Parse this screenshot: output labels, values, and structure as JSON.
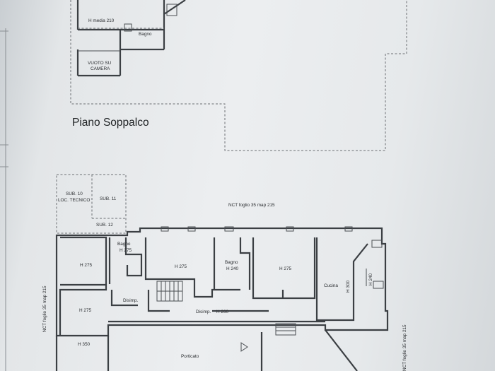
{
  "upper_plan": {
    "title": "Piano Soppalco",
    "rooms": {
      "h_media": "H media 210",
      "bagno": "Bagno",
      "vuoto_line1": "VUOTO SU",
      "vuoto_line2": "CAMERA"
    }
  },
  "lower_plan": {
    "sub10_line1": "SUB. 10",
    "sub10_line2": "LOC. TECNICO",
    "sub11": "SUB. 11",
    "sub12": "SUB. 12",
    "nct_top": "NCT foglio 35 map 215",
    "nct_left": "NCT foglio 35 map 215",
    "nct_right": "NCT foglio 35 map 215",
    "bagno_left": "Bagno",
    "bagno_left_h": "H 275",
    "room_h275_a": "H 275",
    "room_h275_b": "H 275",
    "room_h275_c": "H 275",
    "room_h275_d": "H 275",
    "bagno_mid": "Bagno",
    "bagno_mid_h": "H 240",
    "cucina": "Cucina",
    "h300": "H 300",
    "h240": "H 240",
    "disimp_left": "Disimp.",
    "disimp_center": "Disimp.",
    "disimp_center_h": "H 260",
    "room_h350": "H 350",
    "porticato": "Porticato"
  }
}
